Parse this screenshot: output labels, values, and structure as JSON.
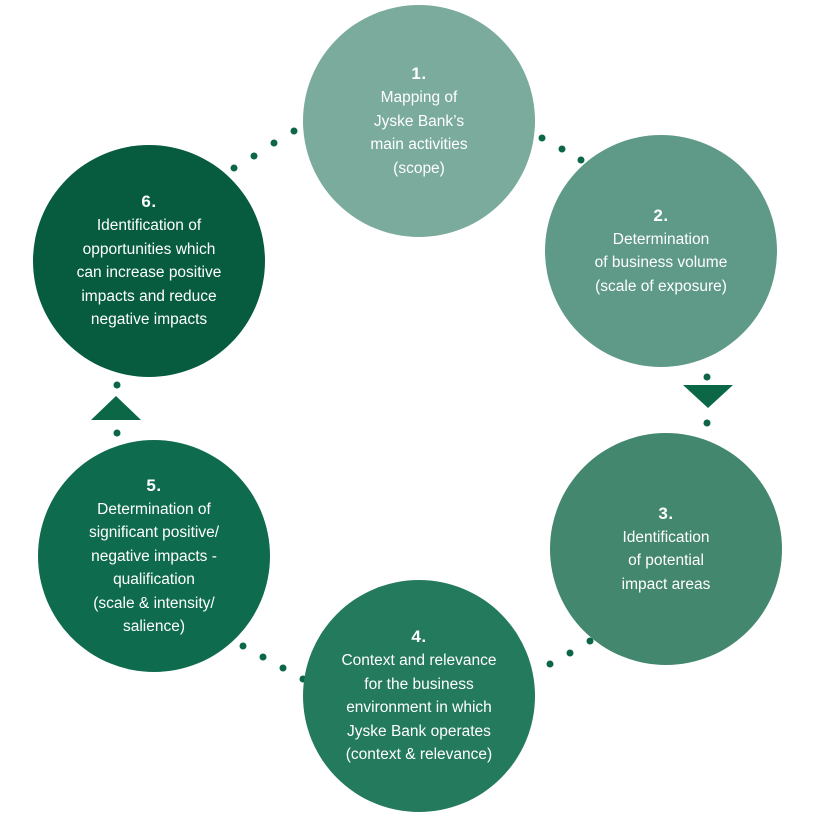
{
  "steps": [
    {
      "number": "1.",
      "label": "Mapping of\nJyske Bank’s\nmain activities\n(scope)",
      "color": "#7aab9c"
    },
    {
      "number": "2.",
      "label": "Determination\nof business volume\n(scale of exposure)",
      "color": "#5f9a88"
    },
    {
      "number": "3.",
      "label": "Identification\nof potential\nimpact areas",
      "color": "#43876f"
    },
    {
      "number": "4.",
      "label": "Context and relevance\nfor the business\nenvironment in which\nJyske Bank operates\n(context & relevance)",
      "color": "#247a5c"
    },
    {
      "number": "5.",
      "label": "Determination of\nsignificant positive/\nnegative impacts -\nqualification\n(scale & intensity/\nsalience)",
      "color": "#0f6b4d"
    },
    {
      "number": "6.",
      "label": "Identification of\nopportunities which\ncan increase positive\nimpacts and reduce\nnegative impacts",
      "color": "#075c40"
    }
  ],
  "connector_color": "#0c6747"
}
